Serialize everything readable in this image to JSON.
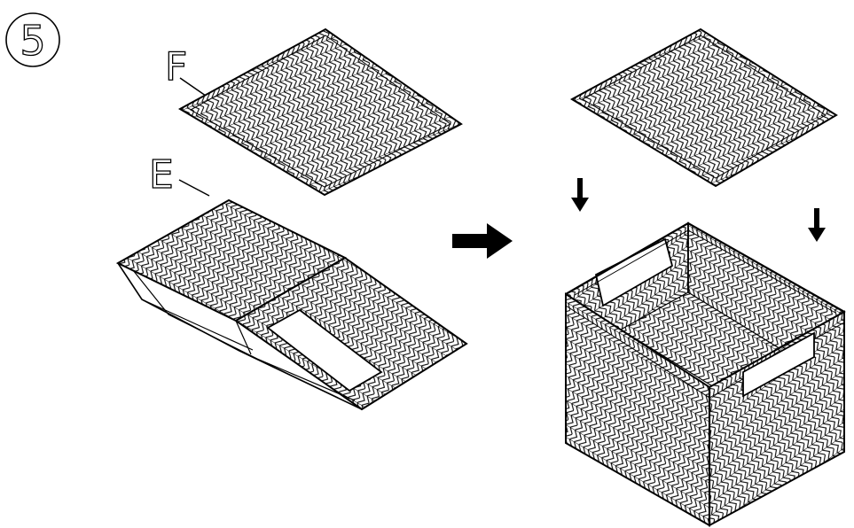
{
  "step": {
    "number": "5"
  },
  "callouts": {
    "panel_f": "F",
    "panel_e": "E"
  },
  "colors": {
    "ink": "#000000",
    "paper": "#ffffff"
  },
  "icons": {
    "step_badge": "circled-number",
    "flow_arrow": "right-arrow",
    "insert_arrows": "down-arrow"
  }
}
